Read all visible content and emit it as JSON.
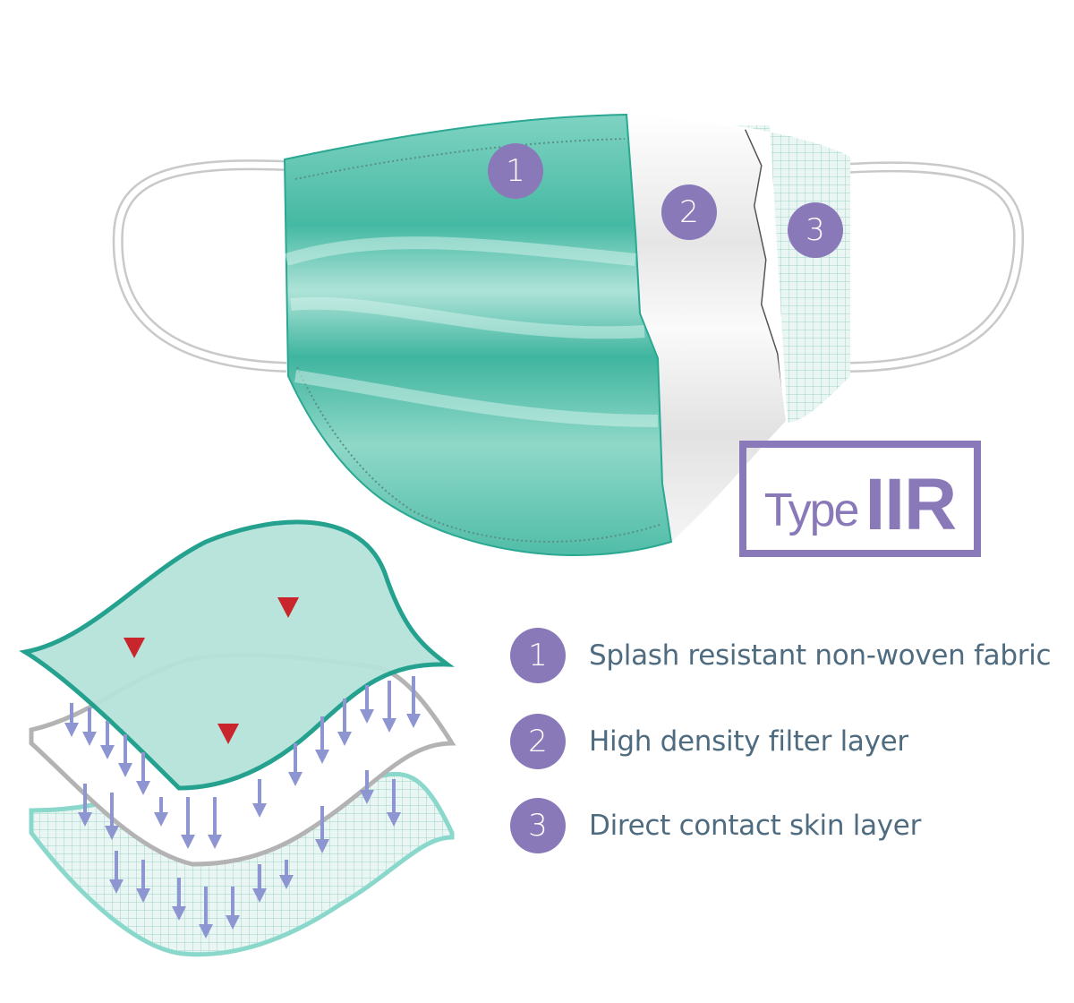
{
  "mask_badges": [
    "1",
    "2",
    "3"
  ],
  "type_label": {
    "word": "Type",
    "class": "IIR"
  },
  "legend": [
    {
      "number": "1",
      "text": "Splash resistant non-woven fabric"
    },
    {
      "number": "2",
      "text": "High density filter layer"
    },
    {
      "number": "3",
      "text": "Direct contact skin layer"
    }
  ],
  "colors": {
    "accent": "#8a79b9",
    "teal": "#4dbfa8",
    "text": "#4e6b7f",
    "arrow_red": "#c8262c",
    "arrow_blue": "#8e96d2"
  }
}
